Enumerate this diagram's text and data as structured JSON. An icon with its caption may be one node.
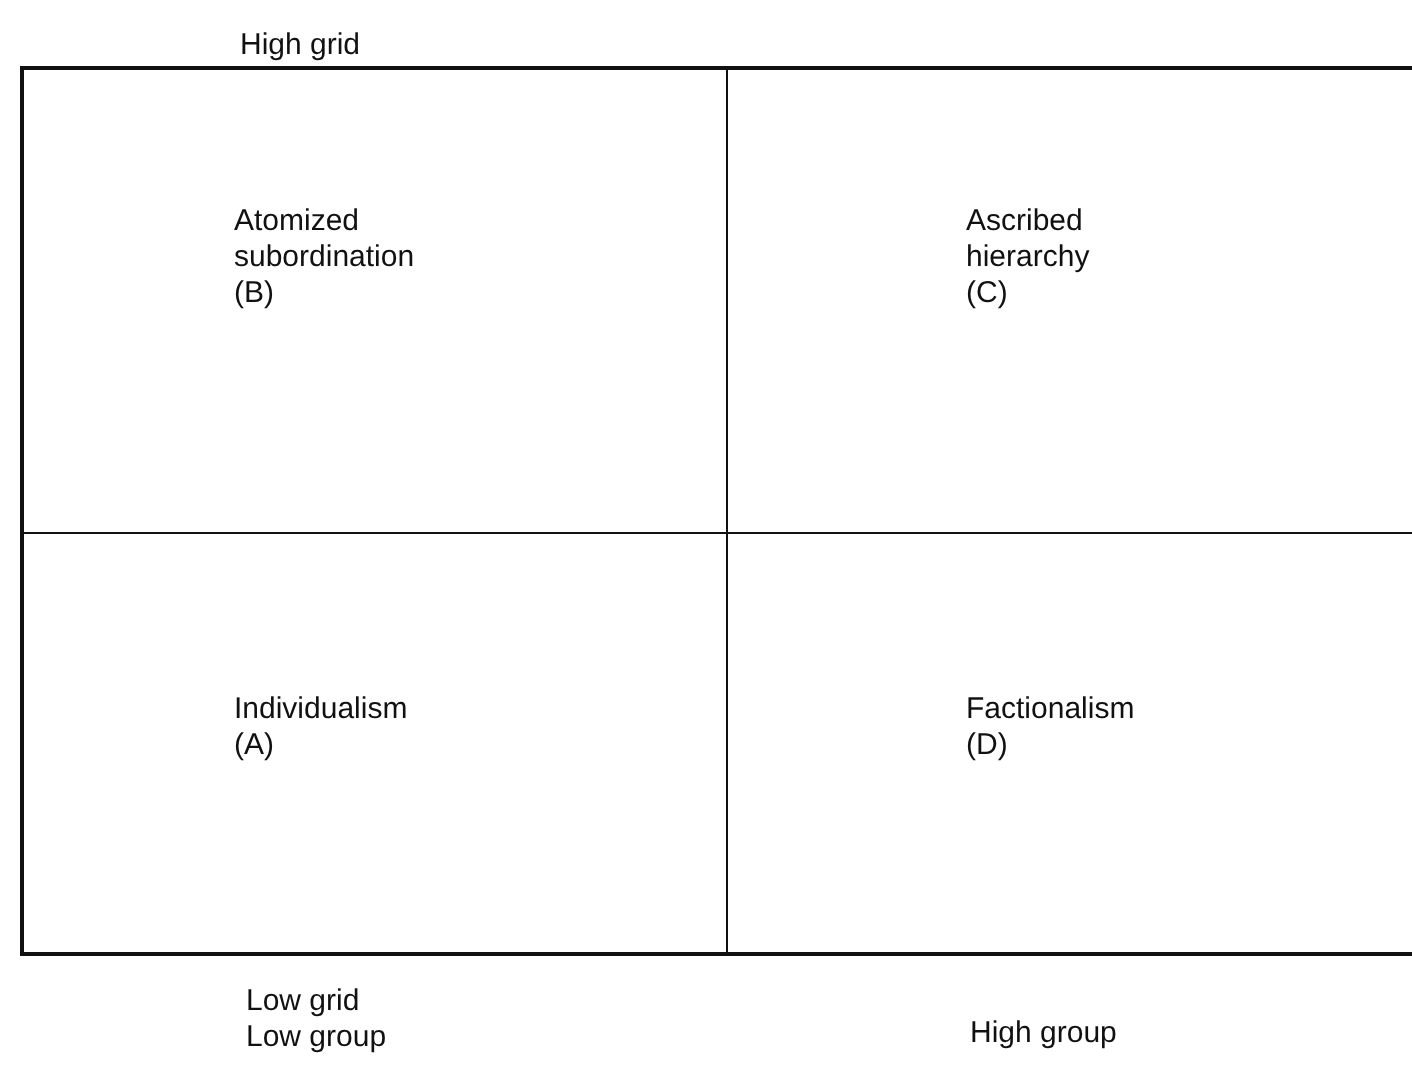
{
  "diagram": {
    "nodes": [
      {
        "text": [
          "Atomized subordination (B)"
        ]
      },
      {
        "text": [
          "Ascribed hierarchy (C)"
        ]
      },
      {
        "text": [
          "Individualism (A)"
        ]
      },
      {
        "text": [
          "Factionalism (D)"
        ]
      }
    ],
    "edges": [],
    "labels": [
      "High grid",
      "Low grid Low group",
      "High group"
    ]
  }
}
